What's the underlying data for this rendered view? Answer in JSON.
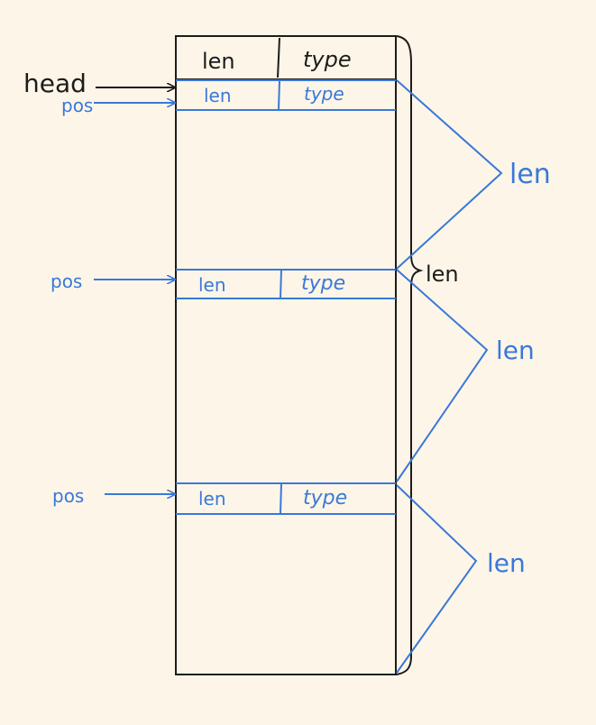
{
  "colors": {
    "background": "#fdf6e8",
    "ink_black": "#1c1c1c",
    "ink_blue": "#3a78d9"
  },
  "header_row": {
    "len": "len",
    "type": "type"
  },
  "side_brace_label": "len",
  "head_label": "head",
  "blocks": [
    {
      "pointer": "pos",
      "len": "len",
      "type": "type",
      "brace_label": "len"
    },
    {
      "pointer": "pos",
      "len": "len",
      "type": "type",
      "brace_label": "len"
    },
    {
      "pointer": "pos",
      "len": "len",
      "type": "type",
      "brace_label": "len"
    }
  ]
}
